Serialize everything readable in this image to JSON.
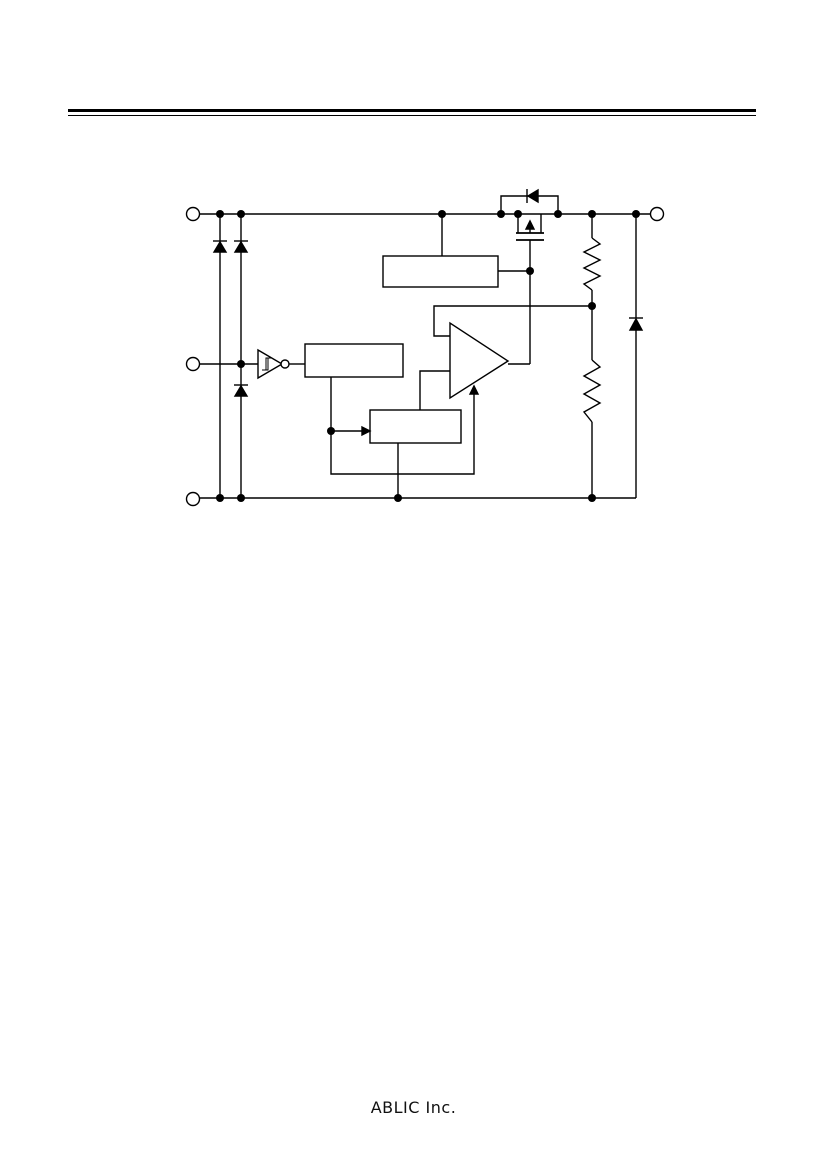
{
  "header": {},
  "diagram": {
    "type": "block-diagram-circuit",
    "terminals": [
      "vin-terminal",
      "on-off-terminal",
      "vss-terminal",
      "vout-terminal"
    ],
    "blocks": [
      "reference-block",
      "control-block",
      "current-limit-block",
      "error-amplifier"
    ]
  },
  "footer": {
    "company": "ABLIC Inc."
  }
}
